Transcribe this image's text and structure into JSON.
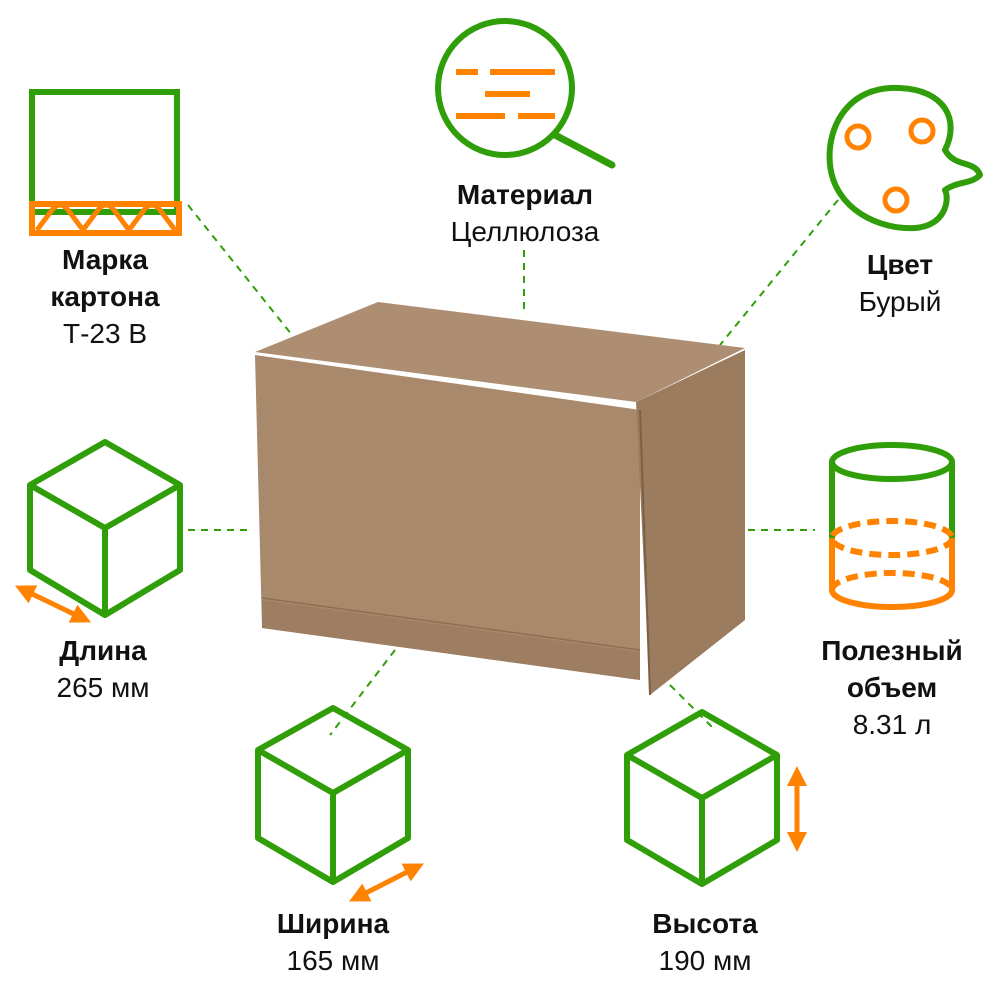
{
  "colors": {
    "green": "#2f9e09",
    "orange": "#ff8200",
    "box": "#a8896c"
  },
  "specs": {
    "brand": {
      "title_line1": "Марка",
      "title_line2": "картона",
      "value": "Т-23 В",
      "icon": "corrugated-cardboard-icon"
    },
    "material": {
      "title": "Материал",
      "value": "Целлюлоза",
      "icon": "magnifier-icon"
    },
    "color": {
      "title": "Цвет",
      "value": "Бурый",
      "icon": "palette-icon"
    },
    "length": {
      "title": "Длина",
      "value": "265 мм",
      "icon": "cube-length-icon"
    },
    "volume": {
      "title_line1": "Полезный",
      "title_line2": "объем",
      "value": "8.31 л",
      "icon": "cylinder-volume-icon"
    },
    "width": {
      "title": "Ширина",
      "value": "165 мм",
      "icon": "cube-width-icon"
    },
    "height": {
      "title": "Высота",
      "value": "190 мм",
      "icon": "cube-height-icon"
    }
  }
}
